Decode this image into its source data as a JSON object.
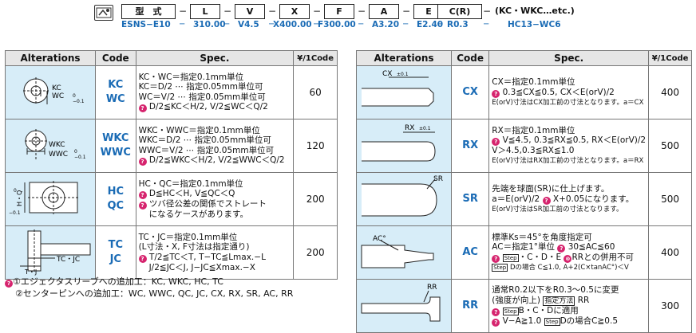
{
  "header": {
    "boxes": [
      "型　式",
      "L",
      "V",
      "X",
      "F",
      "A",
      "E",
      "C(R)"
    ],
    "etc": "(KC・WKC…etc.)",
    "example": [
      "ESNS−E10",
      "310.00",
      "V4.5",
      "X400.00",
      "F300.00",
      "A3.20",
      "E2.40",
      "R0.3",
      "HC13−WC6"
    ]
  },
  "columns": {
    "alterations": "Alterations",
    "code": "Code",
    "spec": "Spec.",
    "price": "¥/1Code"
  },
  "left_rows": [
    {
      "code": [
        "KC",
        "WC"
      ],
      "spec": [
        "KC・WC＝指定0.1mm単位",
        "KC＝D/2 ⋯ 指定0.05mm単位可",
        "WC＝V/2 ⋯ 指定0.05mm単位可",
        "D/2≦KC＜H/2, V/2≦WC＜Q/2"
      ],
      "price": "60",
      "fig_labels": [
        "KC",
        "WC",
        "0",
        "−0.1"
      ]
    },
    {
      "code": [
        "WKC",
        "WWC"
      ],
      "spec": [
        "WKC・WWC＝指定0.1mm単位",
        "WKC＝D/2 ⋯ 指定0.05mm単位可",
        "WWC＝V/2 ⋯ 指定0.05mm単位可",
        "D/2≦WKC＜H/2, V/2≦WWC＜Q/2"
      ],
      "price": "120",
      "fig_labels": [
        "WKC",
        "WWC",
        "0",
        "−0.1"
      ]
    },
    {
      "code": [
        "HC",
        "QC"
      ],
      "spec": [
        "HC・QC＝指定0.1mm単位",
        "D≦HC＜H, V≦QC＜Q",
        "ツバ径公差の関係でストレート",
        "になるケースがあります。"
      ],
      "price": "200",
      "fig_labels": [
        "H・Q",
        "0",
        "−0.1"
      ]
    },
    {
      "code": [
        "TC",
        "JC"
      ],
      "spec": [
        "TC・JC＝指定0.1mm単位",
        "(L寸法・X, F寸法は指定通り)",
        "T/2≦TC＜T, T−TC≦Lmax.−L",
        "J/2≦JC＜J, J−JC≦Xmax.−X"
      ],
      "price": "200",
      "fig_labels": [
        "TC・JC",
        "T・J"
      ]
    }
  ],
  "right_rows": [
    {
      "code": "CX",
      "spec": [
        "CX＝指定0.1mm単位",
        "0.3≦CX≦0.5, CX＜E(orV)/2",
        "E(orV)寸法はCX加工前の寸法となります。a＝CX"
      ],
      "price": "400",
      "fig_labels": [
        "CX",
        "±0.1"
      ]
    },
    {
      "code": "RX",
      "spec": [
        "RX＝指定0.1mm単位",
        "V≦4.5, 0.3≦RX≦0.5, RX＜E(orV)/2",
        "V＞4.5,0.3≦RX≦1.0",
        "E(orV)寸法はRX加工前の寸法となります。a＝RX"
      ],
      "price": "500",
      "fig_labels": [
        "RX",
        "±0.1"
      ]
    },
    {
      "code": "SR",
      "spec": [
        "先端を球面(SR)に仕上げます。",
        "a＝E(orV)/2",
        "X+0.05になります。",
        "E(orV)寸法はSR加工前の寸法となります。"
      ],
      "price": "500",
      "fig_labels": [
        "SR"
      ]
    },
    {
      "code": "AC",
      "spec": [
        "標準Ks＝45°を角度指定可",
        "AC＝指定1°単位",
        "30≦AC≦60",
        "・C・D・E",
        "RRとの併用不可",
        "Dの場合 C≦1.0, A+2(C×tanAC°)＜V"
      ],
      "price": "400",
      "fig_labels": [
        "AC°"
      ]
    },
    {
      "code": "RR",
      "spec": [
        "通常R0.2以下をR0.3〜0.5に変更",
        "(強度が向上)",
        "指定方法",
        "RR",
        "B・C・Dに適用",
        "V−A≧1.0",
        "Dの場合C≧0.5"
      ],
      "price": "300",
      "fig_labels": [
        "RR"
      ]
    }
  ],
  "notes": [
    "①エジェクタスリーブへの追加工：KC, WKC, HC, TC",
    "②センターピンへの追加工：WC, WWC, QC, JC, CX, RX, SR, AC, RR"
  ],
  "icons": {
    "marker": "step-marker-icon",
    "spec": "spec-diagram-icon"
  },
  "colors": {
    "accent": "#1a6bb5",
    "marker": "#d6246e",
    "fig_bg": "#d7edf8",
    "header_bg": "#e6e6e6"
  }
}
